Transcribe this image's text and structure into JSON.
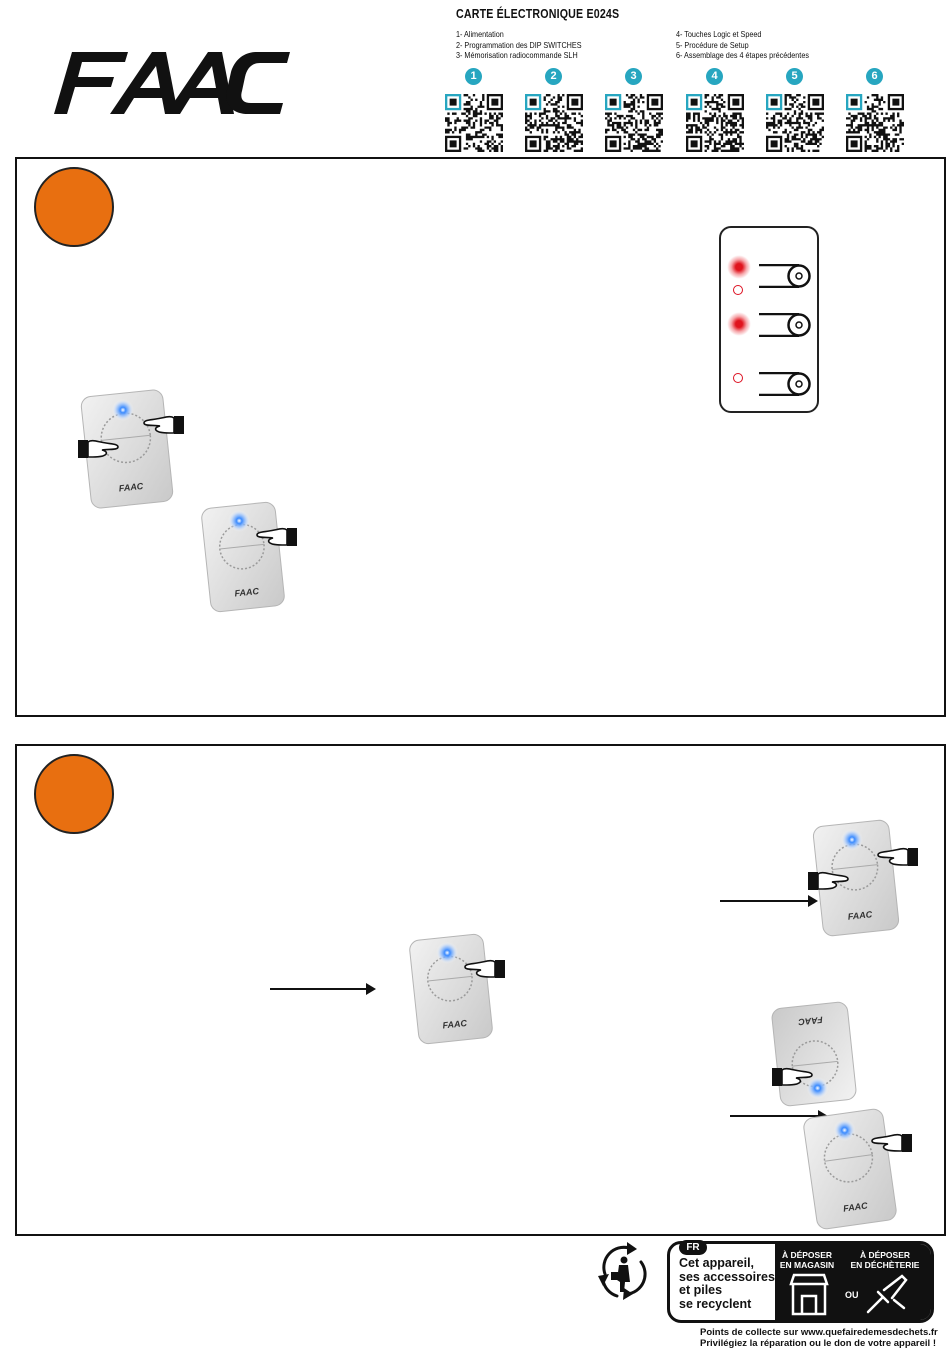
{
  "header": {
    "logo_text": "FAAC",
    "title": "CARTE ÉLECTRONIQUE E024S",
    "toc_left": [
      "1- Alimentation",
      "2- Programmation des DIP SWITCHES",
      "3- Mémorisation radiocommande SLH"
    ],
    "toc_right": [
      "4- Touches Logic et Speed",
      "5- Procédure de Setup",
      "6- Assemblage des 4 étapes précédentes"
    ],
    "qr_numbers": [
      "1",
      "2",
      "3",
      "4",
      "5",
      "6"
    ]
  },
  "remote_brand": "FAAC",
  "colors": {
    "badge": "#e86f10",
    "qr_number": "#27a6c0",
    "led_red": "#e0141e",
    "remote_glow": "#3b8bff"
  },
  "footer": {
    "fr_badge": "FR",
    "triman_text": [
      "Cet appareil,",
      "ses accessoires",
      "et piles",
      "se recyclent"
    ],
    "drop_store": [
      "À DÉPOSER",
      "EN MAGASIN"
    ],
    "drop_dump": [
      "À DÉPOSER",
      "EN DÉCHÈTERIE"
    ],
    "or_label": "OU",
    "collect_line": "Points de collecte sur www.quefairedemesdechets.fr",
    "repair_line": "Privilégiez la réparation ou le don de votre appareil !"
  }
}
